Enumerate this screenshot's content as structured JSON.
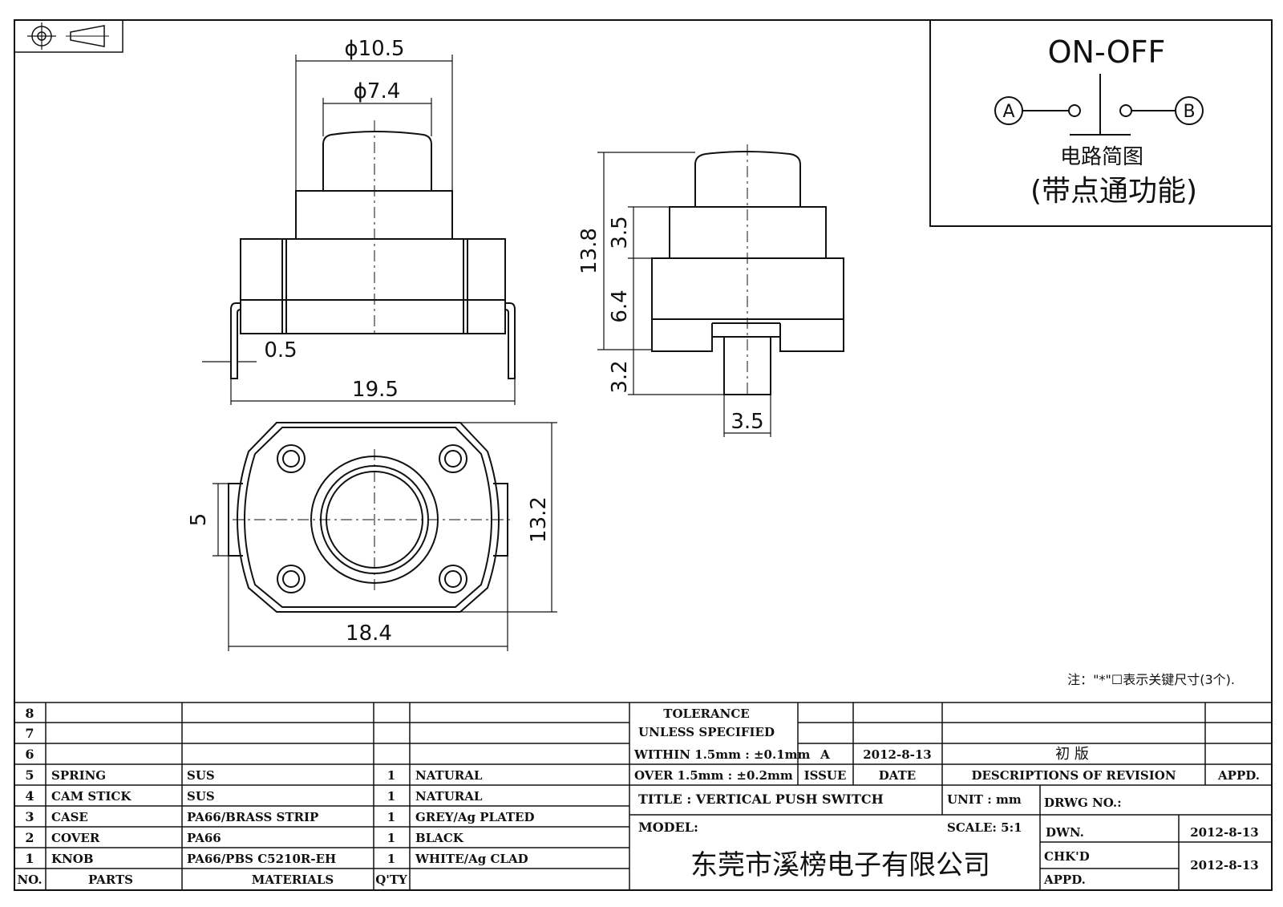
{
  "schematic": {
    "title": "ON-OFF",
    "terminal_a": "A",
    "terminal_b": "B",
    "caption": "电路简图",
    "subcaption": "(带点通功能)"
  },
  "dimensions": {
    "knob_outer_dia": "ϕ10.5",
    "knob_inner_dia": "ϕ7.4",
    "pin_thickness": "0.5",
    "total_width": "19.5",
    "total_height": "13.8",
    "cover_height": "3.5",
    "body_height": "6.4",
    "stem_height": "3.2",
    "stem_width": "3.5",
    "bottom_spacing": "5",
    "bottom_height": "13.2",
    "bottom_width": "18.4"
  },
  "note": "注：\"*\"☐表示关键尺寸(3个).",
  "parts_table": {
    "header": {
      "no": "NO.",
      "parts": "PARTS",
      "materials": "MATERIALS",
      "qty": "Q'TY"
    },
    "rows": [
      {
        "no": "8",
        "part": "",
        "material": "",
        "qty": "",
        "finish": ""
      },
      {
        "no": "7",
        "part": "",
        "material": "",
        "qty": "",
        "finish": ""
      },
      {
        "no": "6",
        "part": "",
        "material": "",
        "qty": "",
        "finish": ""
      },
      {
        "no": "5",
        "part": "SPRING",
        "material": "SUS",
        "qty": "1",
        "finish": "NATURAL"
      },
      {
        "no": "4",
        "part": "CAM STICK",
        "material": "SUS",
        "qty": "1",
        "finish": "NATURAL"
      },
      {
        "no": "3",
        "part": "CASE",
        "material": "PA66/BRASS STRIP",
        "qty": "1",
        "finish": "GREY/Ag PLATED"
      },
      {
        "no": "2",
        "part": "COVER",
        "material": "PA66",
        "qty": "1",
        "finish": "BLACK"
      },
      {
        "no": "1",
        "part": "KNOB",
        "material": "PA66/PBS C5210R-EH",
        "qty": "1",
        "finish": "WHITE/Ag CLAD"
      }
    ]
  },
  "title_block": {
    "tolerance_1": "TOLERANCE",
    "tolerance_2": "UNLESS  SPECIFIED",
    "tolerance_3": "WITHIN 1.5mm : ±0.1mm",
    "tolerance_4": "OVER 1.5mm : ±0.2mm",
    "issue_value": "A",
    "date_value": "2012-8-13",
    "revision_value": "初  版",
    "issue_label": "ISSUE",
    "date_label": "DATE",
    "revision_label": "DESCRIPTIONS OF REVISION",
    "appd_label": "APPD.",
    "title_label": "TITLE :  VERTICAL PUSH SWITCH",
    "unit_label": "UNIT :  mm",
    "drwg_label": "DRWG NO.:",
    "model_label": "MODEL:",
    "scale_label": "SCALE:  5:1",
    "dwn_label": "DWN.",
    "dwn_date": "2012-8-13",
    "chkd_label": "CHK'D",
    "chkd_date": "2012-8-13",
    "appd2_label": "APPD.",
    "company": "东莞市溪榜电子有限公司"
  }
}
